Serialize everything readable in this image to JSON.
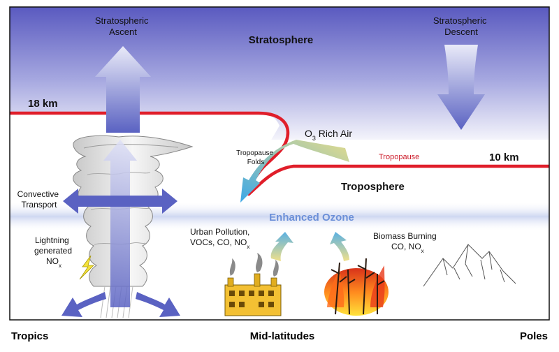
{
  "labels": {
    "strat_ascent": [
      "Stratospheric",
      "Ascent"
    ],
    "strat_descent": [
      "Stratospheric",
      "Descent"
    ],
    "stratosphere": "Stratosphere",
    "km18": "18 km",
    "km10": "10 km",
    "o3_main": "O",
    "o3_sub": "3",
    "o3_rest": " Rich Air",
    "tropopause_folds": [
      "Tropopause",
      "Folds"
    ],
    "tropopause": "Tropopause",
    "troposphere": "Troposphere",
    "convective_transport": [
      "Convective",
      "Transport"
    ],
    "enhanced_ozone": "Enhanced Ozone",
    "urban_line1": "Urban Pollution,",
    "urban_line2": "VOCs, CO, NO",
    "urban_sub": "x",
    "biomass_line1": "Biomass Burning",
    "biomass_line2": "CO, NO",
    "biomass_sub": "x",
    "lightning_line1": "Lightning",
    "lightning_line2": "generated",
    "lightning_line3": "NO",
    "lightning_sub": "x"
  },
  "footer": {
    "tropics": "Tropics",
    "mid_latitudes": "Mid-latitudes",
    "poles": "Poles"
  },
  "colors": {
    "strat_top": "#5c5cc0",
    "strat_bottom": "#f2f2fb",
    "tropopause_line": "#e01e2a",
    "tropopause_label": "#cc1b2a",
    "arrow_blue": "#6b73c8",
    "ozone_text": "#6b8fd8",
    "fold_arrow": "#55b3e6",
    "rich_air": "#d9d89a"
  }
}
